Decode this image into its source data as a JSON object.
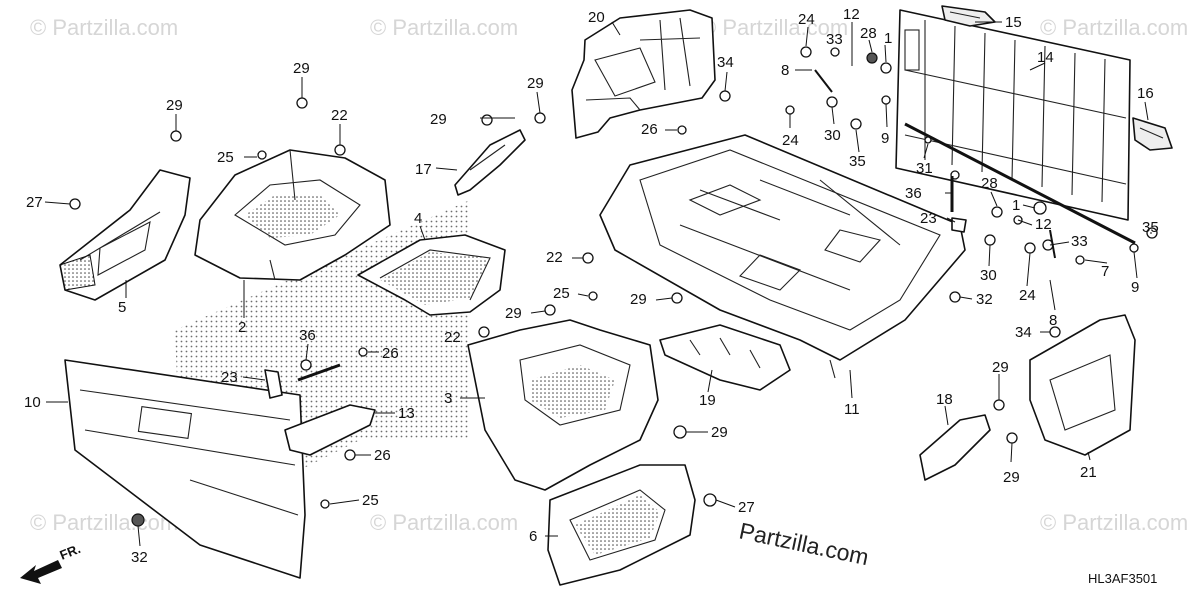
{
  "watermark": {
    "text": "© Partzilla.com"
  },
  "brand": {
    "logo_text": "Partzilla.com"
  },
  "diagram_code": "HL3AF3501",
  "direction_label": "FR.",
  "callouts": {
    "c20": "20",
    "c24a": "24",
    "c12a": "12",
    "c28a": "28",
    "c1a": "1",
    "c15": "15",
    "c34a": "34",
    "c33a": "33",
    "c8a": "8",
    "c14": "14",
    "c29a": "29",
    "c29b": "29",
    "c29c": "29",
    "c22a": "22",
    "c26a": "26",
    "c24b": "24",
    "c30a": "30",
    "c9a": "9",
    "c16": "16",
    "c25a": "25",
    "c17": "17",
    "c35a": "35",
    "c31": "31",
    "c27a": "27",
    "c36a": "36",
    "c28b": "28",
    "c1b": "1",
    "c4": "4",
    "c23a": "23",
    "c12b": "12",
    "c2": "2",
    "c22b": "22",
    "c35b": "35",
    "c5": "5",
    "c25b": "25",
    "c29d": "29",
    "c33b": "33",
    "c30b": "30",
    "c7": "7",
    "c24c": "24",
    "c9b": "9",
    "c22c": "22",
    "c32a": "32",
    "c8b": "8",
    "c36b": "36",
    "c26b": "26",
    "c34b": "34",
    "c23b": "23",
    "c3": "3",
    "c19": "19",
    "c11": "11",
    "c10": "10",
    "c13": "13",
    "c18": "18",
    "c29e": "29",
    "c29f": "29",
    "c26c": "26",
    "c29g": "29",
    "c21": "21",
    "c25c": "25",
    "c27b": "27",
    "c6": "6",
    "c32b": "32"
  }
}
